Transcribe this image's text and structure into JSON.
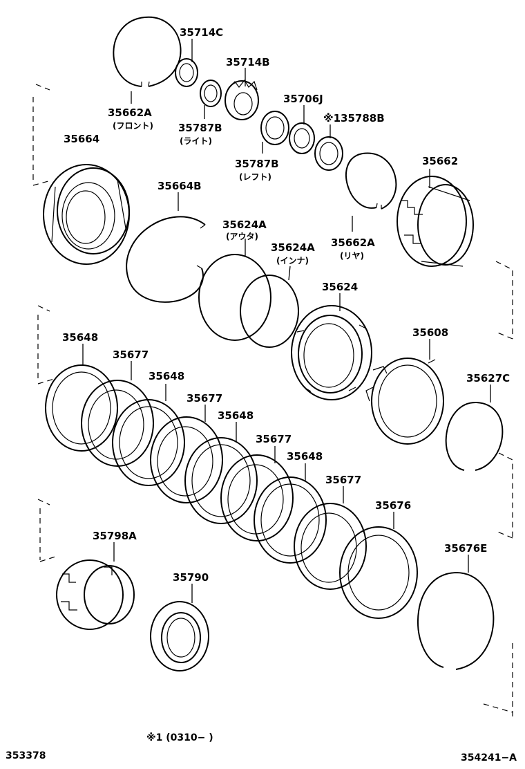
{
  "parts": [
    {
      "number": "35714C",
      "note": ""
    },
    {
      "number": "35714B",
      "note": ""
    },
    {
      "number": "35662A",
      "note": "(フロント)"
    },
    {
      "number": "35787B",
      "note": "(ライト)"
    },
    {
      "number": "35706J",
      "note": ""
    },
    {
      "number": "※135788B",
      "note": ""
    },
    {
      "number": "35664",
      "note": ""
    },
    {
      "number": "35787B",
      "note": "(レフト)"
    },
    {
      "number": "35662",
      "note": ""
    },
    {
      "number": "35664B",
      "note": ""
    },
    {
      "number": "35624A",
      "note": "(アウタ)"
    },
    {
      "number": "35624A",
      "note": "(インナ)"
    },
    {
      "number": "35662A",
      "note": "(リヤ)"
    },
    {
      "number": "35624",
      "note": ""
    },
    {
      "number": "35648",
      "note": ""
    },
    {
      "number": "35677",
      "note": ""
    },
    {
      "number": "35648",
      "note": ""
    },
    {
      "number": "35608",
      "note": ""
    },
    {
      "number": "35677",
      "note": ""
    },
    {
      "number": "35627C",
      "note": ""
    },
    {
      "number": "35648",
      "note": ""
    },
    {
      "number": "35677",
      "note": ""
    },
    {
      "number": "35648",
      "note": ""
    },
    {
      "number": "35677",
      "note": ""
    },
    {
      "number": "35676",
      "note": ""
    },
    {
      "number": "35798A",
      "note": ""
    },
    {
      "number": "35676E",
      "note": ""
    },
    {
      "number": "35790",
      "note": ""
    }
  ],
  "footnote": "※1 (0310−        )",
  "left_code": "353378",
  "right_code": "354241−A"
}
